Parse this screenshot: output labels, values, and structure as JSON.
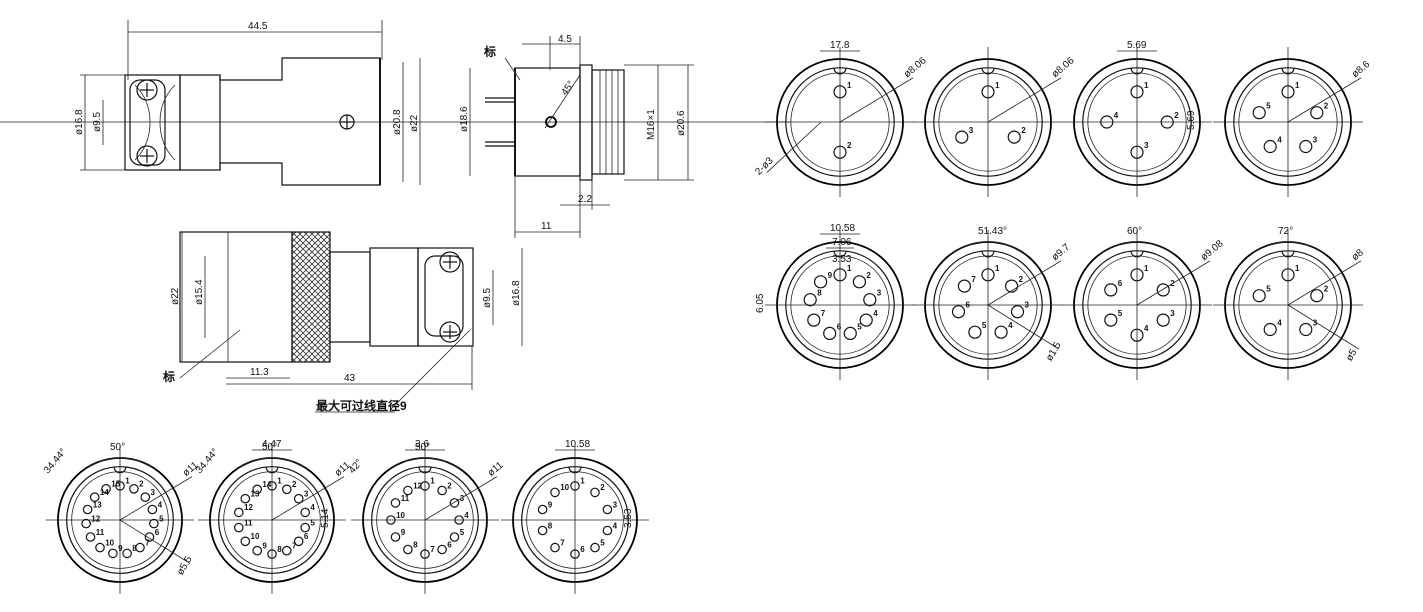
{
  "connector_side": {
    "length": "44.5",
    "d_left_outer": "ø16.8",
    "d_left_inner": "ø9.5",
    "d_right_1": "ø20.8",
    "d_right_2": "ø22"
  },
  "socket_side": {
    "width": "4.5",
    "d_body": "ø18.6",
    "angle": "45°",
    "thread": "M16×1",
    "d_flange": "ø20.6",
    "dim_22": "2.2",
    "dim_11": "11",
    "mark": "标"
  },
  "plug_full": {
    "d_outer": "ø22",
    "d_inner": "ø15.4",
    "d_clamp_inner": "ø9.5",
    "d_clamp_outer": "ø16.8",
    "len_front": "11.3",
    "len_total": "43",
    "mark": "标",
    "note": "最大可过线直径9"
  },
  "faces_top": [
    {
      "dim": "17.8",
      "diam": "ø8.06",
      "holes": "2-ø3",
      "pins": [
        "1",
        "2"
      ]
    },
    {
      "diam": "ø8.06",
      "pins": [
        "1",
        "2",
        "3"
      ]
    },
    {
      "dim": "5.69",
      "dim2": "5.69",
      "pins": [
        "1",
        "2",
        "3",
        "4"
      ]
    },
    {
      "diam": "ø8.6",
      "pins": [
        "1",
        "2",
        "3",
        "4",
        "5"
      ]
    }
  ],
  "faces_mid": [
    {
      "dim": "10.58",
      "dim2": "7.06",
      "dim3": "3.53",
      "dim4": "6.05",
      "pins": [
        "1",
        "2",
        "3",
        "4",
        "5",
        "6",
        "7",
        "8",
        "9"
      ]
    },
    {
      "angle": "51.43°",
      "diam": "ø9.7",
      "diam2": "ø1.5",
      "pins": [
        "1",
        "2",
        "3",
        "4",
        "5",
        "6",
        "7"
      ]
    },
    {
      "angle": "60°",
      "diam": "ø9.08",
      "pins": [
        "1",
        "2",
        "3",
        "4",
        "5",
        "6"
      ]
    },
    {
      "angle": "72°",
      "diam": "ø8",
      "diam2": "ø5",
      "pins": [
        "1",
        "2",
        "3",
        "4",
        "5"
      ]
    }
  ],
  "faces_bottom": [
    {
      "angle": "50°",
      "angle2": "34.44°",
      "diam": "ø11",
      "diam2": "ø5.5",
      "pins": [
        "1",
        "2",
        "3",
        "4",
        "5",
        "6",
        "7",
        "8",
        "9",
        "10",
        "11",
        "12",
        "13",
        "14",
        "15"
      ]
    },
    {
      "angle": "50°",
      "angle2": "34.44°",
      "dim": "4.47",
      "dim2": "5.14",
      "diam": "ø11",
      "pins": [
        "1",
        "2",
        "3",
        "4",
        "5",
        "6",
        "7",
        "8",
        "9",
        "10",
        "11",
        "12",
        "13",
        "14"
      ]
    },
    {
      "angle": "50°",
      "angle2": "42°",
      "dim": "3.6",
      "diam": "ø11",
      "pins": [
        "1",
        "2",
        "3",
        "4",
        "5",
        "6",
        "7",
        "8",
        "9",
        "10",
        "11",
        "12"
      ]
    },
    {
      "dim": "10.58",
      "dim2": "3.53",
      "pins": [
        "1",
        "2",
        "3",
        "4",
        "5",
        "6",
        "7",
        "8",
        "9",
        "10"
      ]
    }
  ]
}
